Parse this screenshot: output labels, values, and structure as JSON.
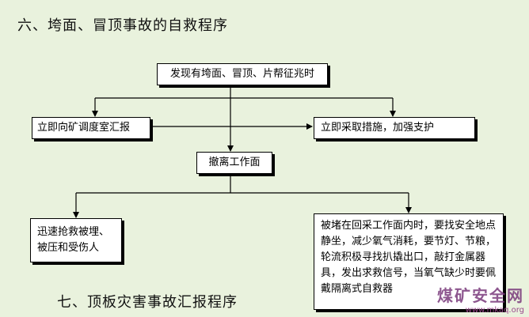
{
  "headings": {
    "section6": "六、垮面、冒顶事故的自救程序",
    "section7": "七、顶板灾害事故汇报程序"
  },
  "nodes": {
    "discover": "发现有垮面、冒顶、片帮征兆时",
    "report": "立即向矿调度室汇报",
    "measures": "立即采取措施，加强支护",
    "evacuate": "撤离工作面",
    "rescue": "迅速抢救被埋、被压和受伤人",
    "trapped": "被堵在回采工作面内时，要找安全地点静坐，减少氧气消耗，要节灯、节粮，轮流积极寻找扒撬出口，敲打金属器具，发出求救信号，当氧气缺少时要佩戴隔离式自救器"
  },
  "watermark": {
    "text": "煤矿安全网",
    "url": "www.mkaq.org"
  }
}
